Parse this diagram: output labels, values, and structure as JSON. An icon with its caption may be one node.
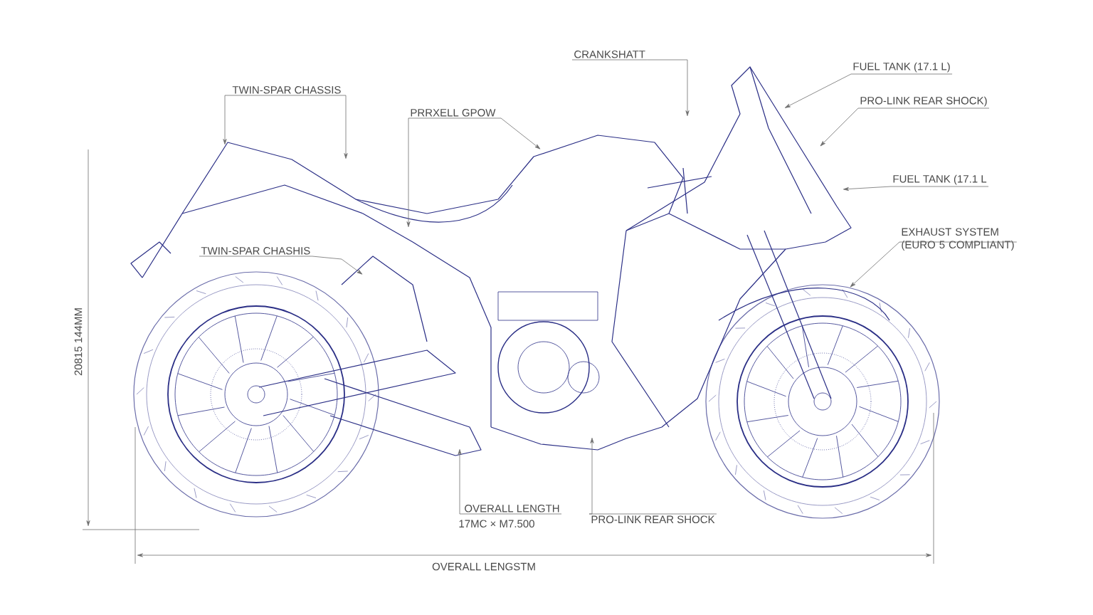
{
  "diagram": {
    "nodes": [
      {
        "text": [
          "TWIN-SPAR CHASSIS"
        ]
      },
      {
        "text": [
          "PRRXELL GPOW"
        ]
      },
      {
        "text": [
          "CRANKSHATT"
        ]
      },
      {
        "text": [
          "FUEL TANK (17.1 L)"
        ]
      },
      {
        "text": [
          "PRO-LINK REAR SHOCK)"
        ]
      },
      {
        "text": [
          "FUEL TANK (17.1 L"
        ]
      },
      {
        "text": [
          "EXHAUST SYSTEM (EURO 5 COMPLIANT)"
        ]
      },
      {
        "text": [
          "TWIN-SPAR CHASHIS"
        ]
      },
      {
        "text": [
          "OVERALL LENGTH"
        ],
        "beside": [
          "17MC × M7.500"
        ]
      },
      {
        "text": [
          "PRO-LINK REAR SHOCK"
        ]
      }
    ],
    "edges": [
      {
        "from": 0,
        "to": null,
        "arrow": "to"
      },
      {
        "from": 0,
        "to": null,
        "arrow": "to"
      },
      {
        "from": 1,
        "to": null,
        "arrow": "to"
      },
      {
        "from": 1,
        "to": null,
        "arrow": "to"
      },
      {
        "from": 2,
        "to": null,
        "arrow": "to"
      },
      {
        "from": 3,
        "to": null,
        "arrow": "to"
      },
      {
        "from": 4,
        "to": null,
        "arrow": "to"
      },
      {
        "from": 5,
        "to": null,
        "arrow": "to"
      },
      {
        "from": 6,
        "to": null,
        "arrow": "to"
      },
      {
        "from": 7,
        "to": null,
        "arrow": "to"
      },
      {
        "from": 8,
        "to": null,
        "arrow": "to"
      },
      {
        "from": 9,
        "to": null,
        "arrow": "to"
      }
    ],
    "labels": [
      "20815 144MM",
      "OVERALL LENGSTM"
    ]
  }
}
